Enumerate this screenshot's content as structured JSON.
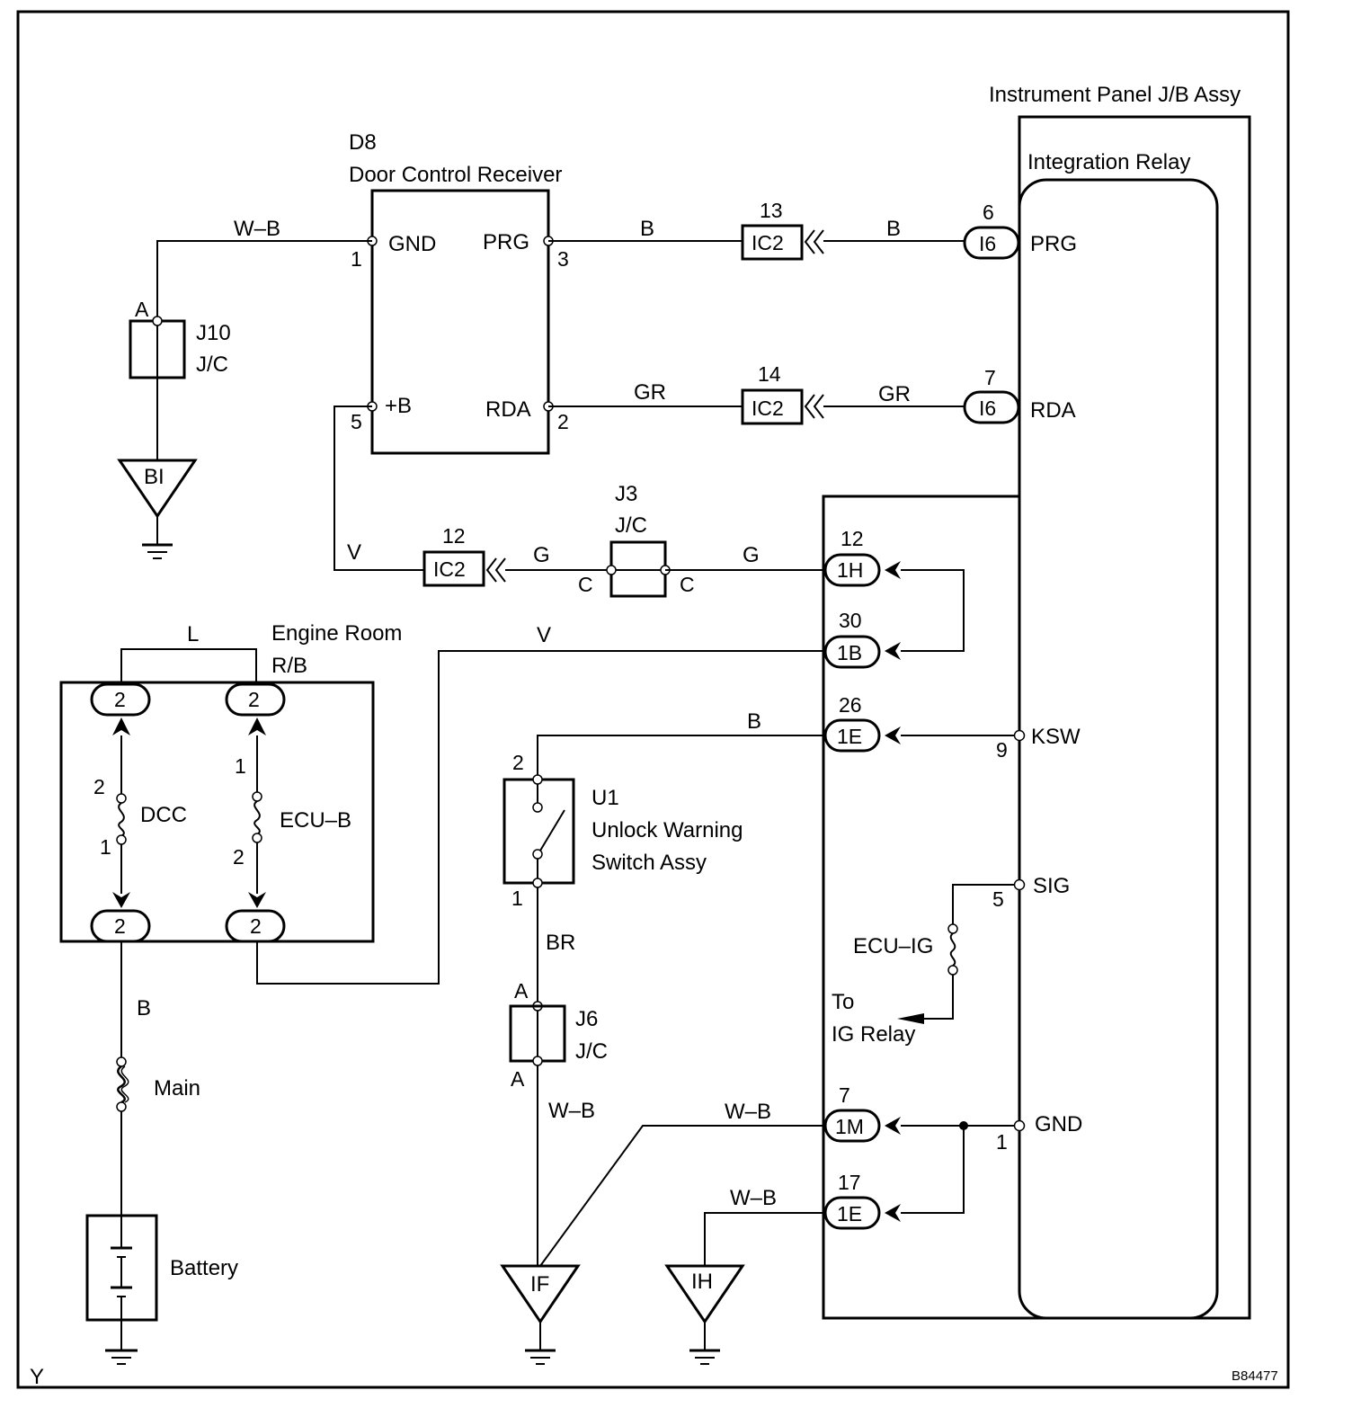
{
  "figure_code": "B84477",
  "corner_mark": "Y",
  "components": {
    "jb_assy": "Instrument Panel J/B Assy",
    "integration_relay": "Integration Relay",
    "d8_id": "D8",
    "d8_name": "Door Control Receiver",
    "j10_id": "J10",
    "j10_type": "J/C",
    "j3_id": "J3",
    "j3_type": "J/C",
    "j6_id": "J6",
    "j6_type": "J/C",
    "rb_line1": "Engine Room",
    "rb_line2": "R/B",
    "u1_id": "U1",
    "u1_line1": "Unlock Warning",
    "u1_line2": "Switch Assy",
    "battery": "Battery",
    "fuse_main": "Main",
    "fuse_dcc": "DCC",
    "fuse_ecub": "ECU–B",
    "fuse_ecuig": "ECU–IG",
    "to_line1": "To",
    "to_line2": "IG Relay"
  },
  "terminals": {
    "d8_gnd": "GND",
    "d8_prg": "PRG",
    "d8_b": "+B",
    "d8_rda": "RDA",
    "d8_gnd_pin": "1",
    "d8_prg_pin": "3",
    "d8_b_pin": "5",
    "d8_rda_pin": "2",
    "ir_prg": "PRG",
    "ir_rda": "RDA",
    "ir_ksw": "KSW",
    "ir_sig": "SIG",
    "ir_gnd": "GND",
    "ir_ksw_pin": "9",
    "ir_sig_pin": "5",
    "ir_gnd_pin": "1",
    "j10_pin": "A",
    "j3_pin_l": "C",
    "j3_pin_r": "C",
    "j6_pin_top": "A",
    "j6_pin_bot": "A",
    "u1_pin_top": "2",
    "u1_pin_bot": "1",
    "dcc_top": "2",
    "dcc_bot": "1",
    "ecub_top": "1",
    "ecub_bot": "2"
  },
  "connectors": {
    "ic2_a_num": "13",
    "ic2_a": "IC2",
    "ic2_b_num": "14",
    "ic2_b": "IC2",
    "ic2_c_num": "12",
    "ic2_c": "IC2",
    "i6_a_num": "6",
    "i6_a": "I6",
    "i6_b_num": "7",
    "i6_b": "I6",
    "c1h_num": "12",
    "c1h": "1H",
    "c1b_num": "30",
    "c1b": "1B",
    "c1e_num": "26",
    "c1e": "1E",
    "c1m_num": "7",
    "c1m": "1M",
    "c1e2_num": "17",
    "c1e2": "1E",
    "rb_tl": "2",
    "rb_tr": "2",
    "rb_bl": "2",
    "rb_br": "2"
  },
  "wires": {
    "d8_gnd": "W–B",
    "prg_left": "B",
    "prg_right": "B",
    "rda_left": "GR",
    "rda_right": "GR",
    "v_left": "V",
    "g_left": "G",
    "g_right": "G",
    "rb_link": "L",
    "rb_out": "V",
    "ksw": "B",
    "u1_out": "BR",
    "j6_out": "W–B",
    "gnd_1m": "W–B",
    "gnd_1e": "W–B",
    "main_b": "B"
  },
  "grounds": {
    "bi": "BI",
    "if": "IF",
    "ih": "IH"
  }
}
